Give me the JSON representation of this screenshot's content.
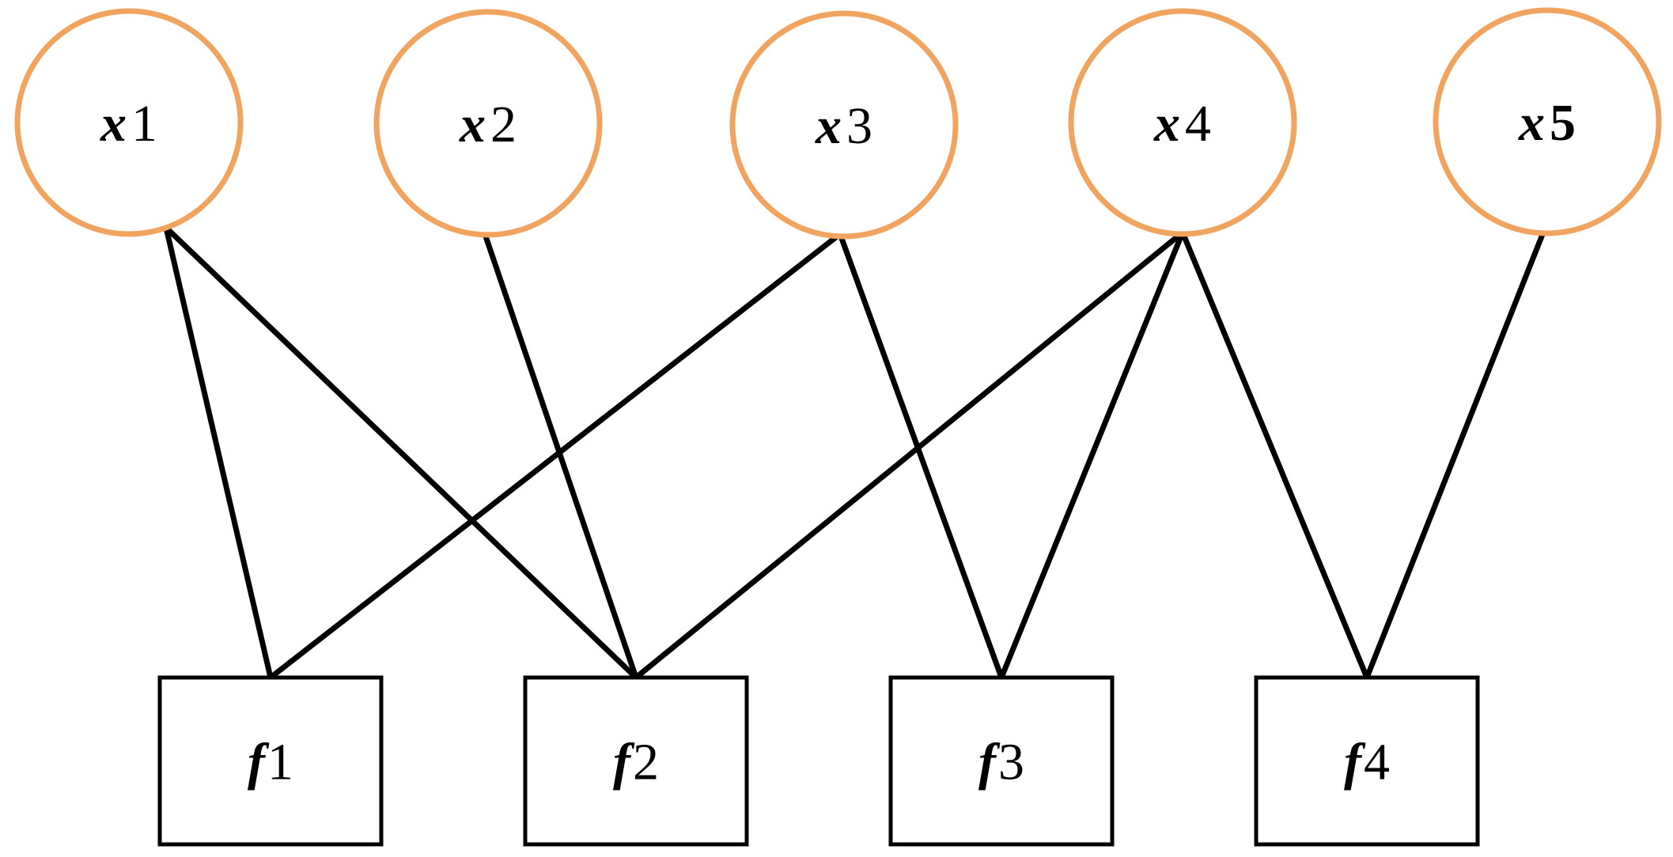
{
  "diagram": {
    "type": "factor-graph",
    "background": "#ffffff",
    "colors": {
      "variable_node_stroke": "#F0A460",
      "variable_node_fill": "#ffffff",
      "factor_node_stroke": "#000000",
      "factor_node_fill": "#ffffff",
      "edge": "#000000",
      "label": "#000000"
    },
    "variable_nodes": [
      {
        "id": "x1",
        "label": "x1",
        "symbol": "x",
        "index": "1",
        "index_bold": false
      },
      {
        "id": "x2",
        "label": "x2",
        "symbol": "x",
        "index": "2",
        "index_bold": false
      },
      {
        "id": "x3",
        "label": "x3",
        "symbol": "x",
        "index": "3",
        "index_bold": false
      },
      {
        "id": "x4",
        "label": "x4",
        "symbol": "x",
        "index": "4",
        "index_bold": false
      },
      {
        "id": "x5",
        "label": "x5",
        "symbol": "x",
        "index": "5",
        "index_bold": true
      }
    ],
    "factor_nodes": [
      {
        "id": "f1",
        "label": "f1",
        "symbol": "f",
        "index": "1"
      },
      {
        "id": "f2",
        "label": "f2",
        "symbol": "f",
        "index": "2"
      },
      {
        "id": "f3",
        "label": "f3",
        "symbol": "f",
        "index": "3"
      },
      {
        "id": "f4",
        "label": "f4",
        "symbol": "f",
        "index": "4"
      }
    ],
    "edges": [
      {
        "from": "x1",
        "to": "f1"
      },
      {
        "from": "x1",
        "to": "f2"
      },
      {
        "from": "x2",
        "to": "f2"
      },
      {
        "from": "x3",
        "to": "f1"
      },
      {
        "from": "x3",
        "to": "f3"
      },
      {
        "from": "x4",
        "to": "f2"
      },
      {
        "from": "x4",
        "to": "f3"
      },
      {
        "from": "x4",
        "to": "f4"
      },
      {
        "from": "x5",
        "to": "f4"
      }
    ]
  }
}
